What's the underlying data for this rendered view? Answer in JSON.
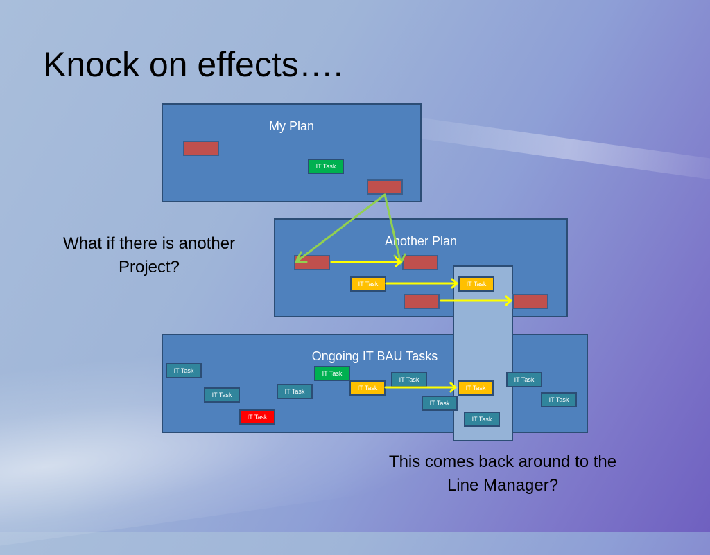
{
  "slide": {
    "title": "Knock on effects….",
    "caption_left": "What if there is another Project?",
    "caption_bottom": "This comes back around to the Line Manager?"
  },
  "plans": {
    "my_plan": "My Plan",
    "another_plan": "Another Plan",
    "bau": "Ongoing IT BAU Tasks"
  },
  "task_label": "IT Task",
  "colors": {
    "plan_fill": "#4f81bd",
    "bar_red": "#c0504d",
    "task_green": "#00b050",
    "task_teal": "#31859c",
    "task_yellow": "#ffc000",
    "task_red": "#ff0000",
    "arrow_green": "#92d050",
    "arrow_yellow": "#ffff00",
    "column_fill": "#95b3d7"
  }
}
